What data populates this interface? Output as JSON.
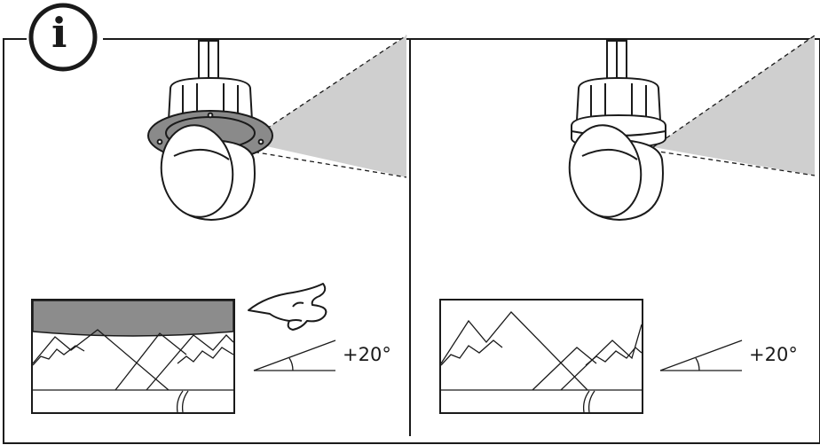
{
  "info_icon": {
    "glyph": "i"
  },
  "panels": [
    {
      "id": "left",
      "angle_label": "+20°",
      "camera": "camera-with-trim-ring",
      "view": "view-with-obstruction"
    },
    {
      "id": "right",
      "angle_label": "+20°",
      "camera": "camera-without-trim-ring",
      "view": "unobstructed-view"
    }
  ],
  "colors": {
    "stroke": "#1a1a1a",
    "field_of_view": "#cfcfcf",
    "trim_ring": "#8a8a8a",
    "obstruction": "#8c8c8c",
    "background": "#ffffff"
  }
}
